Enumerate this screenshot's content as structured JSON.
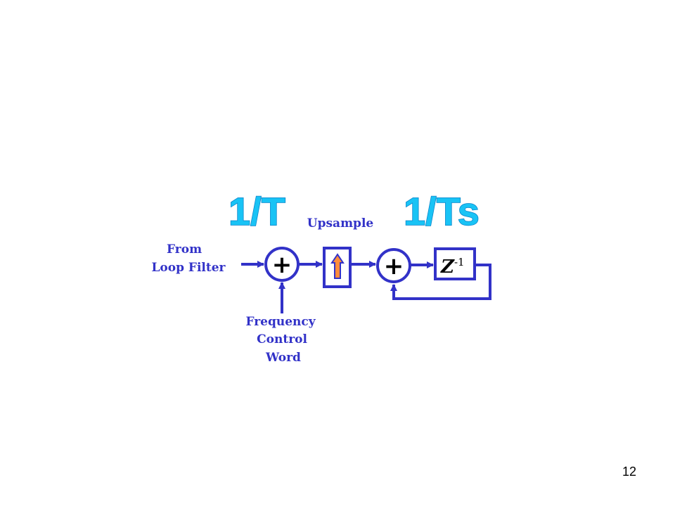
{
  "diagram": {
    "rate_input": "1/T",
    "rate_output": "1/Ts",
    "upsample_label": "Upsample",
    "input_label": [
      "From",
      "Loop Filter"
    ],
    "control_label": [
      "Frequency",
      "Control",
      "Word"
    ],
    "adder_symbol": "+",
    "delay_symbol": "Z",
    "delay_exponent": "-1"
  },
  "page_number": "12",
  "colors": {
    "line": "#3232c8",
    "rate_text": "#19c3f5",
    "upsample_arrow": "#ff8c3c"
  }
}
